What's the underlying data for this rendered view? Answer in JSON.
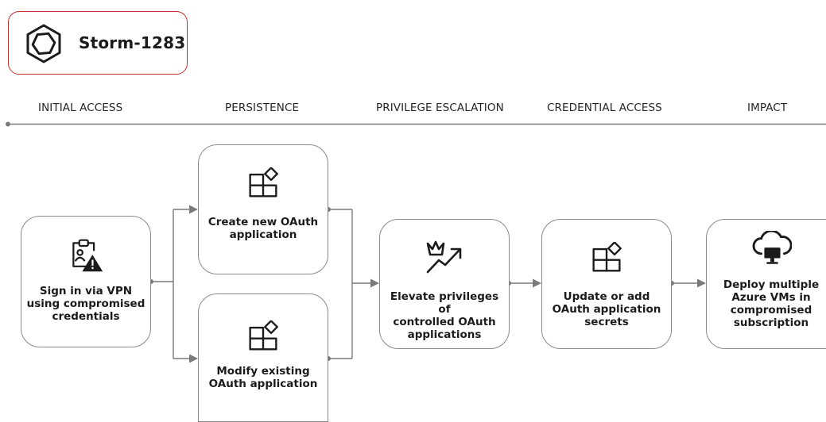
{
  "actor": {
    "name": "Storm-1283",
    "icon": "hexagon-actor-icon",
    "accent": "#c8302c"
  },
  "phases": [
    {
      "label": "INITIAL ACCESS"
    },
    {
      "label": "PERSISTENCE"
    },
    {
      "label": "PRIVILEGE ESCALATION"
    },
    {
      "label": "CREDENTIAL ACCESS"
    },
    {
      "label": "IMPACT"
    }
  ],
  "steps": {
    "sign_in": {
      "line1": "Sign in via VPN",
      "line2": "using compromised",
      "line3": "credentials",
      "icon": "badge-warning-icon"
    },
    "create_app": {
      "line1": "Create new OAuth",
      "line2": "application",
      "icon": "app-grid-icon"
    },
    "modify_app": {
      "line1": "Modify existing",
      "line2": "OAuth application",
      "icon": "app-grid-icon"
    },
    "elevate": {
      "line1": "Elevate privileges of",
      "line2": "controlled OAuth",
      "line3": "applications",
      "icon": "crown-trend-icon"
    },
    "update_secrets": {
      "line1": "Update or add",
      "line2": "OAuth application",
      "line3": "secrets",
      "icon": "app-grid-icon"
    },
    "deploy_vms": {
      "line1": "Deploy multiple",
      "line2": "Azure VMs in",
      "line3": "compromised",
      "line4": "subscription",
      "icon": "cloud-monitor-icon"
    }
  },
  "colors": {
    "line": "#7a7a7a",
    "border": "#8a8a8a",
    "accent": "#c8302c"
  }
}
